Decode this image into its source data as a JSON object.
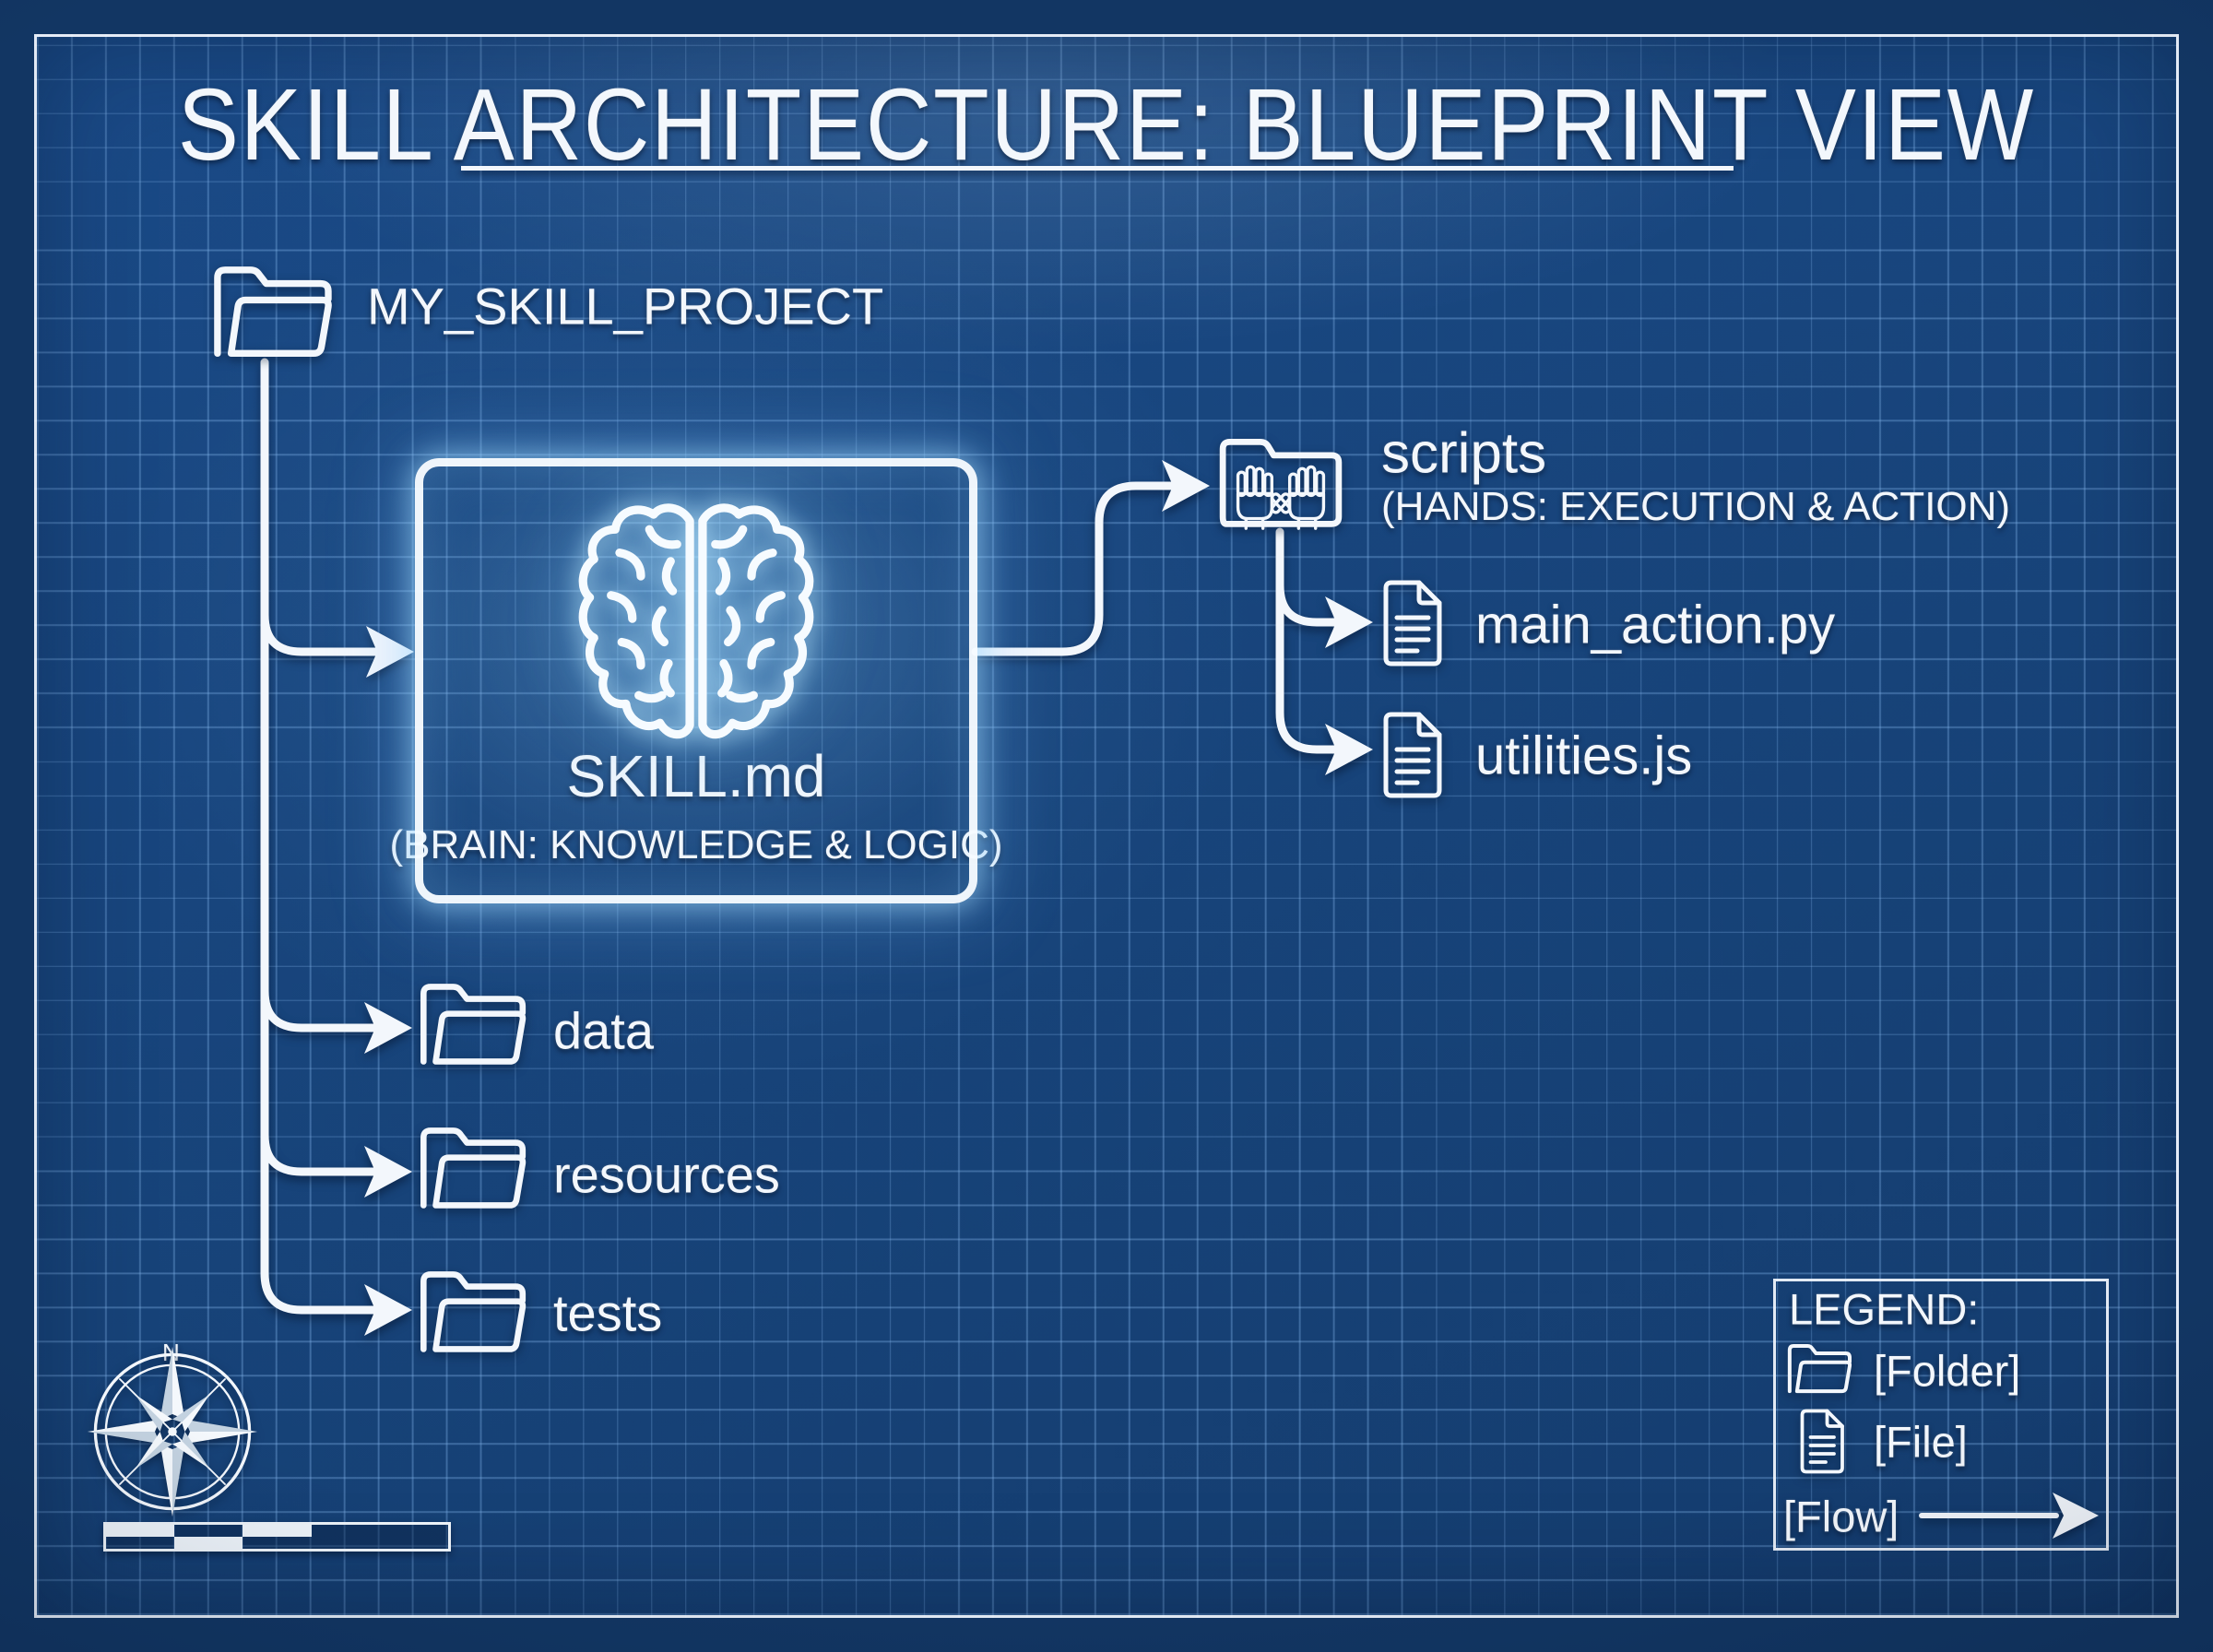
{
  "title": "SKILL ARCHITECTURE: BLUEPRINT VIEW",
  "nodes": {
    "root": {
      "label": "MY_SKILL_PROJECT",
      "icon": "folder-icon"
    },
    "skill": {
      "label": "SKILL.md",
      "sublabel": "(BRAIN: KNOWLEDGE & LOGIC)",
      "icon": "brain-icon"
    },
    "scripts": {
      "label": "scripts",
      "sublabel": "(HANDS: EXECUTION & ACTION)",
      "icon": "hands-folder-icon"
    },
    "files": [
      {
        "label": "main_action.py",
        "icon": "file-icon"
      },
      {
        "label": "utilities.js",
        "icon": "file-icon"
      }
    ],
    "folders": [
      {
        "label": "data",
        "icon": "folder-icon"
      },
      {
        "label": "resources",
        "icon": "folder-icon"
      },
      {
        "label": "tests",
        "icon": "folder-icon"
      }
    ]
  },
  "legend": {
    "title": "LEGEND:",
    "folder": "[Folder]",
    "file": "[File]",
    "flow": "[Flow]"
  },
  "compass": {
    "north": "N"
  },
  "colors": {
    "paper": "#17437a",
    "margin": "#123663",
    "line": "#f3f7fc",
    "grid": "#4f7fb8",
    "glow": "#aee0ff"
  }
}
